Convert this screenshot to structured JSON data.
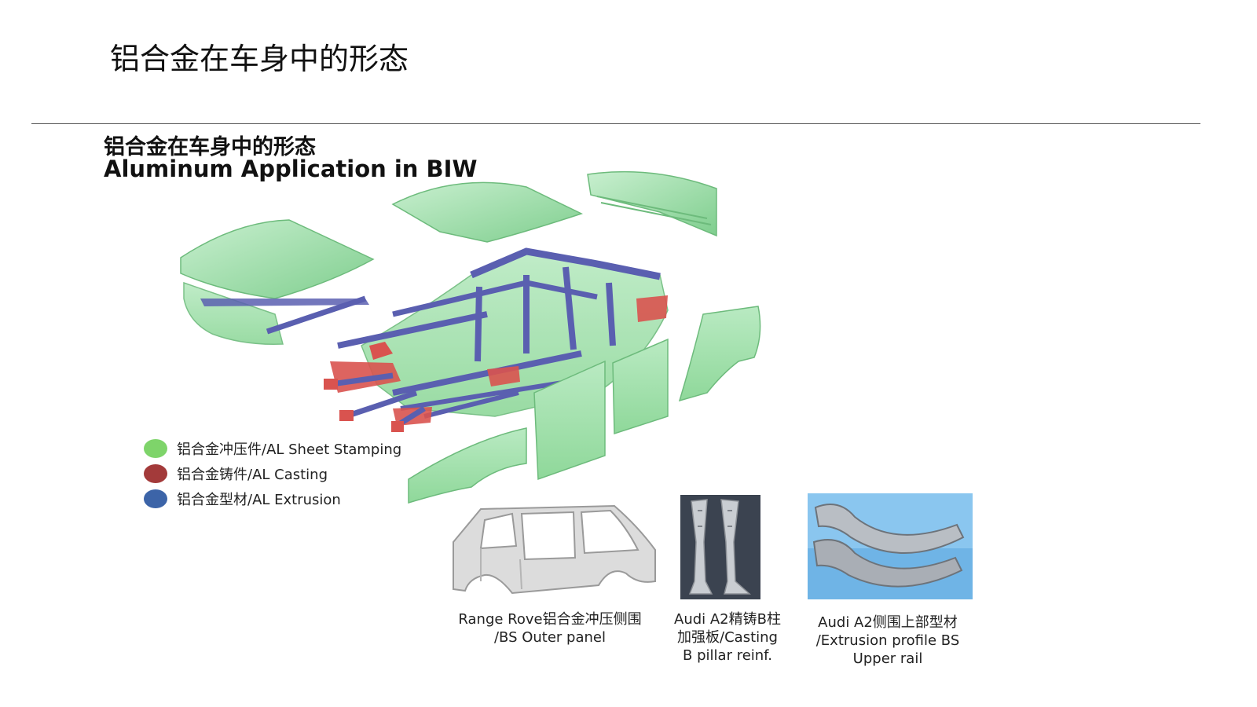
{
  "slide": {
    "title": "铝合金在车身中的形态"
  },
  "figure": {
    "heading_cn": "铝合金在车身中的形态",
    "heading_en": "Aluminum Application in BIW",
    "diagram_icon": "exploded-car-body-icon"
  },
  "legend": [
    {
      "label": "铝合金冲压件/AL Sheet Stamping",
      "color": "#7ed46a"
    },
    {
      "label": "铝合金铸件/AL Casting",
      "color": "#a33a3a"
    },
    {
      "label": "铝合金型材/AL Extrusion",
      "color": "#3c64a8"
    }
  ],
  "photos": [
    {
      "icon": "side-panel-icon",
      "caption_line1": "Range Rove铝合金冲压侧围",
      "caption_line2": "/BS Outer panel",
      "caption_line3": ""
    },
    {
      "icon": "b-pillar-casting-icon",
      "caption_line1": "Audi A2精铸B柱",
      "caption_line2": "加强板/Casting",
      "caption_line3": "B pillar reinf."
    },
    {
      "icon": "extrusion-profile-icon",
      "caption_line1": "Audi A2侧围上部型材",
      "caption_line2": "/Extrusion profile BS",
      "caption_line3": "Upper rail"
    }
  ],
  "colors": {
    "stamping_green": "#8fd89a",
    "casting_red": "#d9534f",
    "extrusion_blue": "#5a5fb0"
  }
}
